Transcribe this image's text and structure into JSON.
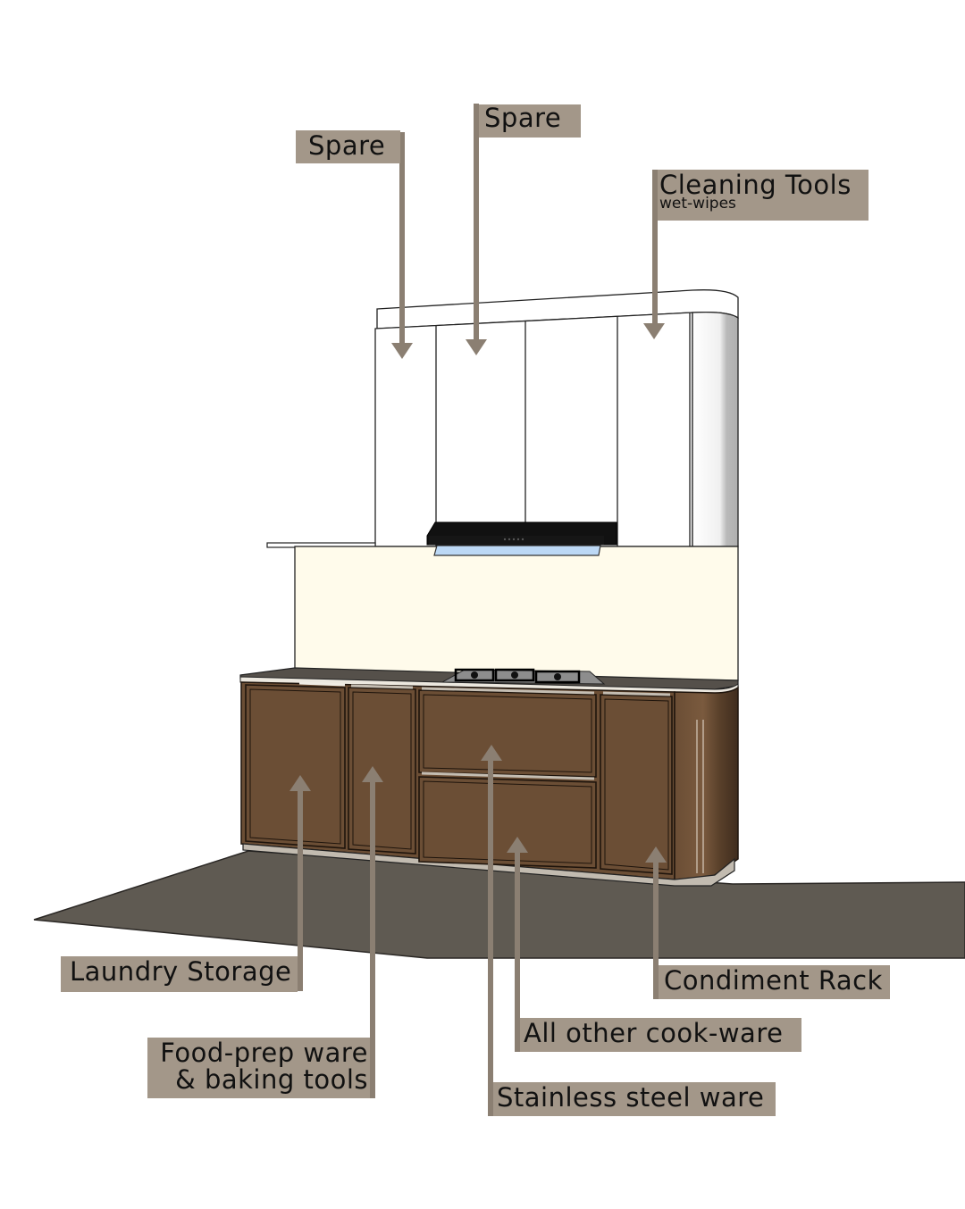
{
  "diagram": {
    "type": "kitchen-cabinet-storage-plan",
    "colors": {
      "label_bg": "#a39789",
      "arrow": "#8b7f72",
      "floor": "#5f5a52",
      "cabinet_wood": "#6b4e35",
      "cabinet_wood_dark": "#45301f",
      "backsplash": "#fffbeb",
      "countertop": "#55504a",
      "plinth": "#c2bbb0",
      "hood_light": "#bcd8f5",
      "upper_cabinet": "#ffffff"
    }
  },
  "labels": {
    "spare_left": {
      "title": "Spare"
    },
    "spare_center": {
      "title": "Spare"
    },
    "cleaning_tools": {
      "title": "Cleaning Tools",
      "subtitle": "wet-wipes"
    },
    "laundry_storage": {
      "title": "Laundry Storage"
    },
    "food_prep": {
      "title_line1": "Food-prep ware",
      "title_line2": "& baking tools"
    },
    "stainless_steel": {
      "title": "Stainless steel ware"
    },
    "all_other_cookware": {
      "title": "All other cook-ware"
    },
    "condiment_rack": {
      "title": "Condiment Rack"
    }
  }
}
